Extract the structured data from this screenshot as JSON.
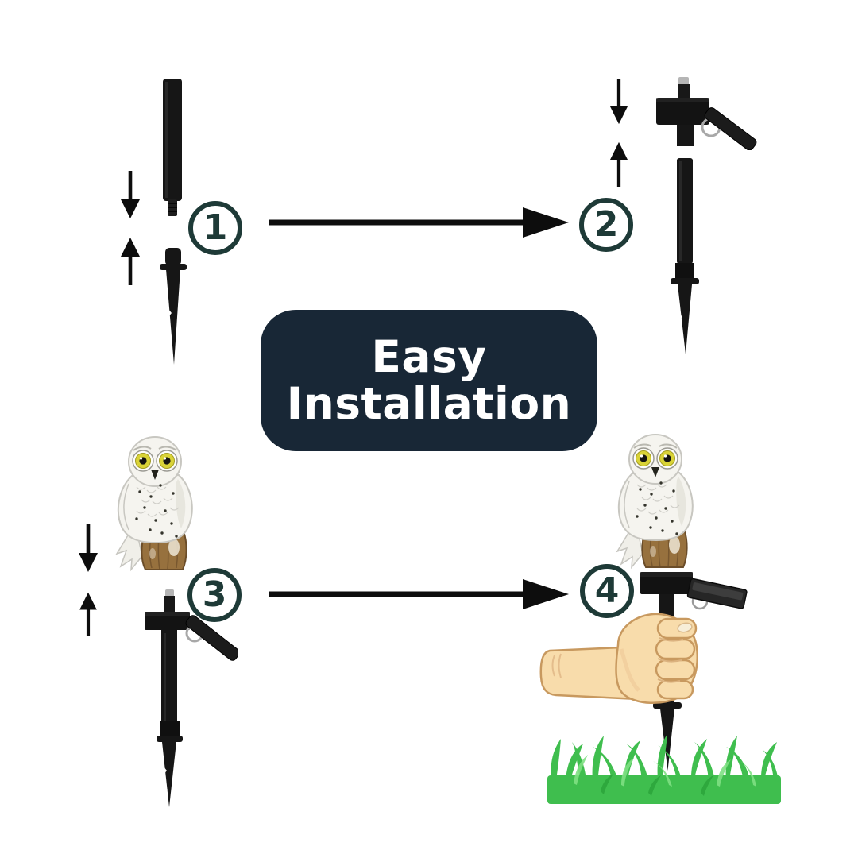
{
  "badge": {
    "line1": "Easy",
    "line2": "Installation"
  },
  "steps": [
    {
      "number": "1"
    },
    {
      "number": "2"
    },
    {
      "number": "3"
    },
    {
      "number": "4"
    }
  ],
  "colors": {
    "background": "#ffffff",
    "badge_bg": "#182736",
    "badge_text": "#ffffff",
    "step_circle": "#1e3a37",
    "arrow_black": "#0d0d0d",
    "part_black": "#161616",
    "metal_gray": "#b5b5b5",
    "owl_body": "#f5f4ef",
    "owl_eye_yellow": "#d9d337",
    "stump_brown": "#97713e",
    "skin": "#f8dcab",
    "skin_outline": "#c8995f",
    "grass_green": "#3fbe4e",
    "grass_light": "#7fe083",
    "grass_dark": "#2aa33a"
  }
}
